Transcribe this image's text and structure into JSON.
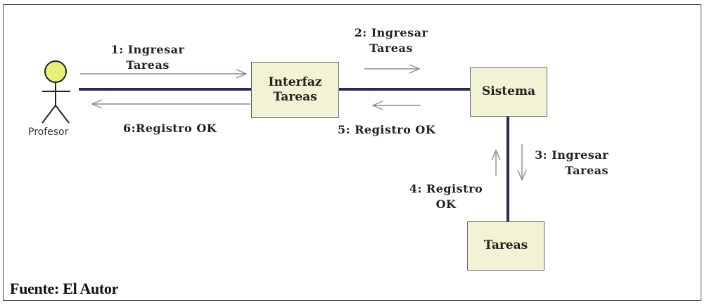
{
  "diagram": {
    "actor": {
      "name": "Profesor",
      "icon": "stick-figure-actor-icon"
    },
    "boxes": {
      "interfaz": "Interfaz\nTareas",
      "sistema": "Sistema",
      "tareas": "Tareas"
    },
    "messages": {
      "m1": "1: Ingresar\nTareas",
      "m2": "2: Ingresar\nTareas",
      "m3": "3: Ingresar\nTareas",
      "m4": "4: Registro\nOK",
      "m5": "5: Registro OK",
      "m6": "6:Registro OK"
    },
    "colors": {
      "box_fill": "#f2f2d4",
      "actor_head": "#e8f07a",
      "link": "#2a2a55",
      "arrow": "#8a8a9a"
    }
  },
  "source": "Fuente: El Autor"
}
